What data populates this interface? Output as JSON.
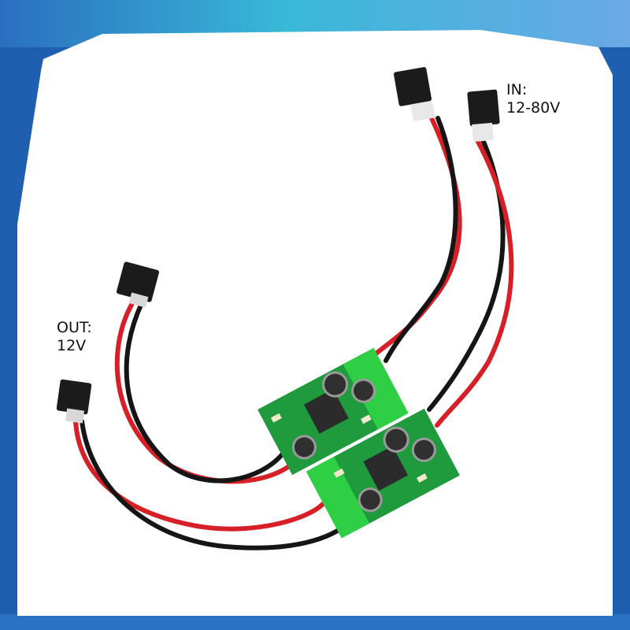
{
  "labels": {
    "input": {
      "title": "IN:",
      "value": "12-80V"
    },
    "output": {
      "title": "OUT:",
      "value": "12V"
    }
  },
  "colors": {
    "frame_blue": "#1f5fb0",
    "frame_cyan": "#38b6d9",
    "background": "#ffffff",
    "wire_red": "#d61f26",
    "wire_black": "#151515",
    "pcb_green": "#1f9a3c",
    "board_bright_green": "#2ecf45",
    "connector_black": "#1b1b1b"
  },
  "icons": [
    "connector-icon",
    "capacitor-icon",
    "inductor-icon"
  ]
}
